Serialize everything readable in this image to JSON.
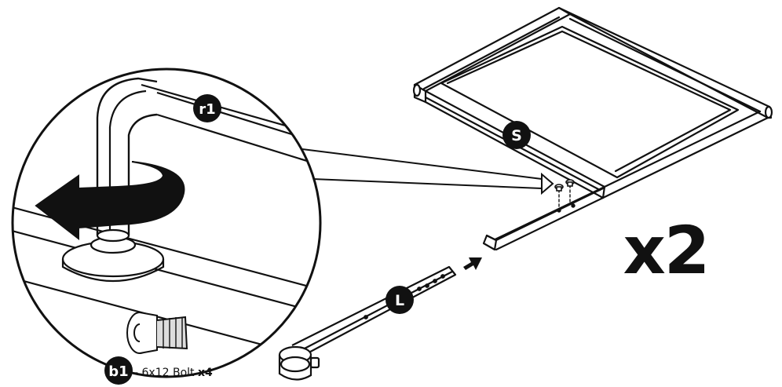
{
  "colors": {
    "ink": "#111111",
    "paper": "#ffffff",
    "shade": "#dddddd"
  },
  "labels": {
    "r1": "r1",
    "s": "S",
    "l": "L",
    "b1": "b1"
  },
  "multiplier": "x2",
  "bolt": {
    "prefix": "- 6x12 Bolt ",
    "quantity": "x4"
  },
  "icons": [
    "rotate-arrow-icon",
    "push-arrow-icon",
    "callout-arrow-icon",
    "bolt-icon",
    "leveling-foot-icon",
    "caster-wheel-icon"
  ]
}
